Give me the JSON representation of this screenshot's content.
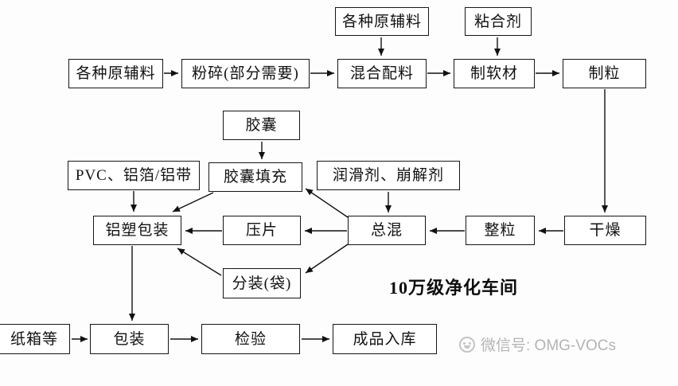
{
  "diagram": {
    "title": "10万级净化车间",
    "watermark": {
      "icon": "smiley-logo-icon",
      "text": "微信号: OMG-VOCs"
    },
    "nodes": {
      "raw_top": {
        "label": "各种原辅料"
      },
      "binder": {
        "label": "粘合剂"
      },
      "raw_left": {
        "label": "各种原辅料"
      },
      "crush": {
        "label": "粉碎(部分需要)"
      },
      "mix": {
        "label": "混合配料"
      },
      "soft": {
        "label": "制软材"
      },
      "granulate": {
        "label": "制粒"
      },
      "capsule": {
        "label": "胶囊"
      },
      "pvc_foil": {
        "label": "PVC、铝箔/铝带"
      },
      "capsule_fill": {
        "label": "胶囊填充"
      },
      "lubricant": {
        "label": "润滑剂、崩解剂"
      },
      "blister_pack": {
        "label": "铝塑包装"
      },
      "tablet_press": {
        "label": "压片"
      },
      "total_mix": {
        "label": "总混"
      },
      "sizing": {
        "label": "整粒"
      },
      "drying": {
        "label": "干燥"
      },
      "bagging": {
        "label": "分装(袋)"
      },
      "carton": {
        "label": "纸箱等"
      },
      "packing": {
        "label": "包装"
      },
      "inspection": {
        "label": "检验"
      },
      "storage": {
        "label": "成品入库"
      }
    }
  }
}
